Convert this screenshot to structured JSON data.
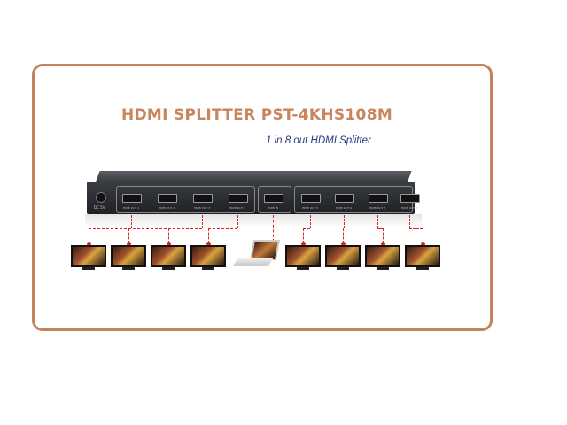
{
  "title": "HDMI SPLITTER PST-4KHS108M",
  "subtitle": "1 in 8 out HDMI Splitter",
  "colors": {
    "frame": "#c3835c",
    "title": "#c9855c",
    "subtitle": "#2b3580",
    "cable": "#dd2222"
  },
  "device": {
    "power_label": "DC 5V",
    "input_port": "HDMI IN",
    "output_ports": [
      "HDMI OUT 1",
      "HDMI OUT 2",
      "HDMI OUT 3",
      "HDMI OUT 4",
      "HDMI OUT 5",
      "HDMI OUT 6",
      "HDMI OUT 7",
      "HDMI OUT 8"
    ]
  },
  "displays": {
    "monitor_count": 8,
    "source": "laptop"
  }
}
